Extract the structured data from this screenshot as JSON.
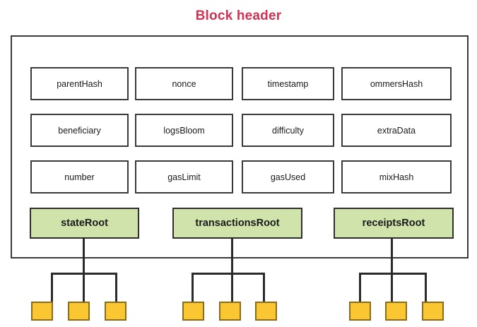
{
  "diagram": {
    "type": "block-diagram",
    "title": "Block header",
    "title_color": "#cc3355",
    "container_label": "block-header-container",
    "colors": {
      "root_fill": "#cfe3ab",
      "root_border": "#2f2f2f",
      "field_fill": "#ffffff",
      "field_border": "#3a3a3a",
      "leaf_fill": "#fac732",
      "leaf_border": "#8a6d1b",
      "connector": "#2b2b2b"
    },
    "field_rows": [
      {
        "row": 1,
        "fields": [
          {
            "label": "parentHash"
          },
          {
            "label": "nonce"
          },
          {
            "label": "timestamp"
          },
          {
            "label": "ommersHash"
          }
        ]
      },
      {
        "row": 2,
        "fields": [
          {
            "label": "beneficiary"
          },
          {
            "label": "logsBloom"
          },
          {
            "label": "difficulty"
          },
          {
            "label": "extraData"
          }
        ]
      },
      {
        "row": 3,
        "fields": [
          {
            "label": "number"
          },
          {
            "label": "gasLimit"
          },
          {
            "label": "gasUsed"
          },
          {
            "label": "mixHash"
          }
        ]
      }
    ],
    "roots": [
      {
        "label": "stateRoot",
        "leaf_count": 3
      },
      {
        "label": "transactionsRoot",
        "leaf_count": 3
      },
      {
        "label": "receiptsRoot",
        "leaf_count": 3
      }
    ]
  }
}
